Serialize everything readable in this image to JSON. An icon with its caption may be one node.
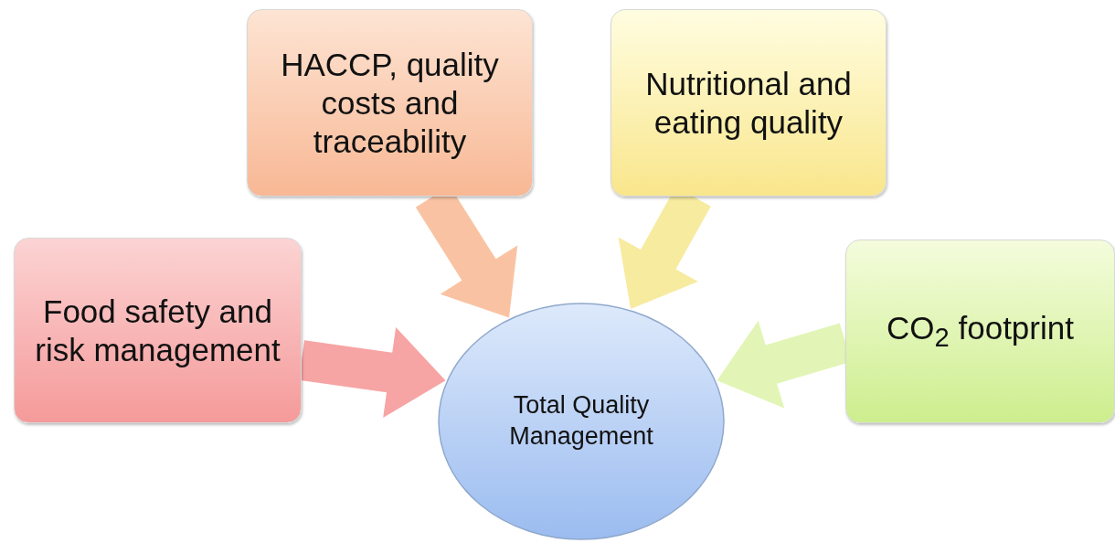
{
  "diagram": {
    "nodes": [
      {
        "text": [
          "Food safety and risk management"
        ]
      },
      {
        "text": [
          "HACCP, quality costs and traceability"
        ]
      },
      {
        "text": [
          "Nutritional and eating quality"
        ]
      },
      {
        "text": [
          "CO$_{2}$ footprint"
        ]
      },
      {
        "text": [
          "Total Quality Management"
        ]
      }
    ],
    "edges": [
      {
        "from": 0,
        "to": 4,
        "arrow": "to",
        "color": "#f7a4a4"
      },
      {
        "from": 1,
        "to": 4,
        "arrow": "to",
        "color": "#f9c3a3"
      },
      {
        "from": 2,
        "to": 4,
        "arrow": "to",
        "color": "#f7eba0"
      },
      {
        "from": 3,
        "to": 4,
        "arrow": "to",
        "color": "#e2f5b6"
      }
    ]
  }
}
